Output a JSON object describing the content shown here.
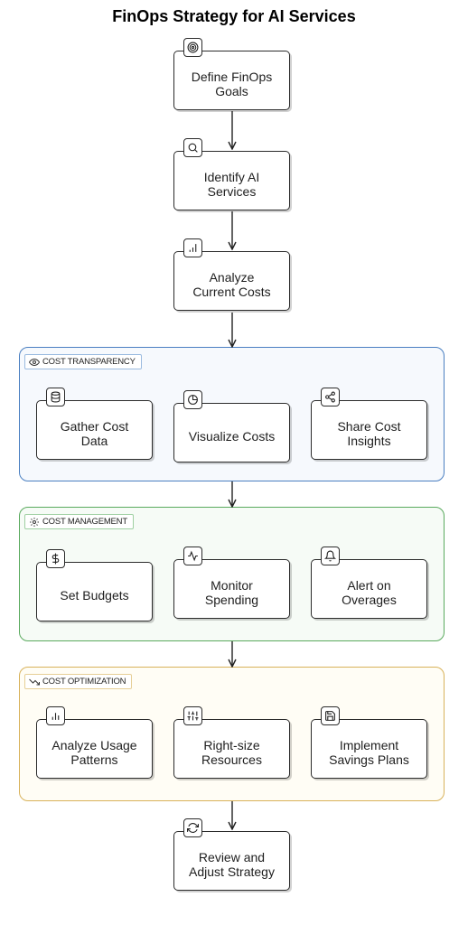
{
  "title": "FinOps Strategy for AI Services",
  "nodes": {
    "define_goals": {
      "label": "Define FinOps\nGoals",
      "icon": "target-icon"
    },
    "identify_services": {
      "label": "Identify AI\nServices",
      "icon": "search-icon"
    },
    "analyze_costs": {
      "label": "Analyze\nCurrent Costs",
      "icon": "bar-chart-icon"
    },
    "gather_cost": {
      "label": "Gather Cost\nData",
      "icon": "database-icon"
    },
    "visualize_costs": {
      "label": "Visualize Costs",
      "icon": "pie-chart-icon"
    },
    "share_insights": {
      "label": "Share Cost\nInsights",
      "icon": "share-icon"
    },
    "set_budgets": {
      "label": "Set Budgets",
      "icon": "dollar-icon"
    },
    "monitor_spending": {
      "label": "Monitor\nSpending",
      "icon": "activity-icon"
    },
    "alert_overages": {
      "label": "Alert on\nOverages",
      "icon": "bell-icon"
    },
    "analyze_usage": {
      "label": "Analyze Usage\nPatterns",
      "icon": "bar-chart-icon"
    },
    "right_size": {
      "label": "Right-size\nResources",
      "icon": "sliders-icon"
    },
    "savings_plans": {
      "label": "Implement\nSavings Plans",
      "icon": "save-icon"
    },
    "review_adjust": {
      "label": "Review and\nAdjust Strategy",
      "icon": "refresh-icon"
    }
  },
  "groups": {
    "transparency": {
      "label": "COST TRANSPARENCY",
      "icon": "eye-icon",
      "color": "#4a7fc1"
    },
    "management": {
      "label": "COST MANAGEMENT",
      "icon": "gear-icon",
      "color": "#5aaa5e"
    },
    "optimization": {
      "label": "COST OPTIMIZATION",
      "icon": "trending-down-icon",
      "color": "#d8b25a"
    }
  }
}
